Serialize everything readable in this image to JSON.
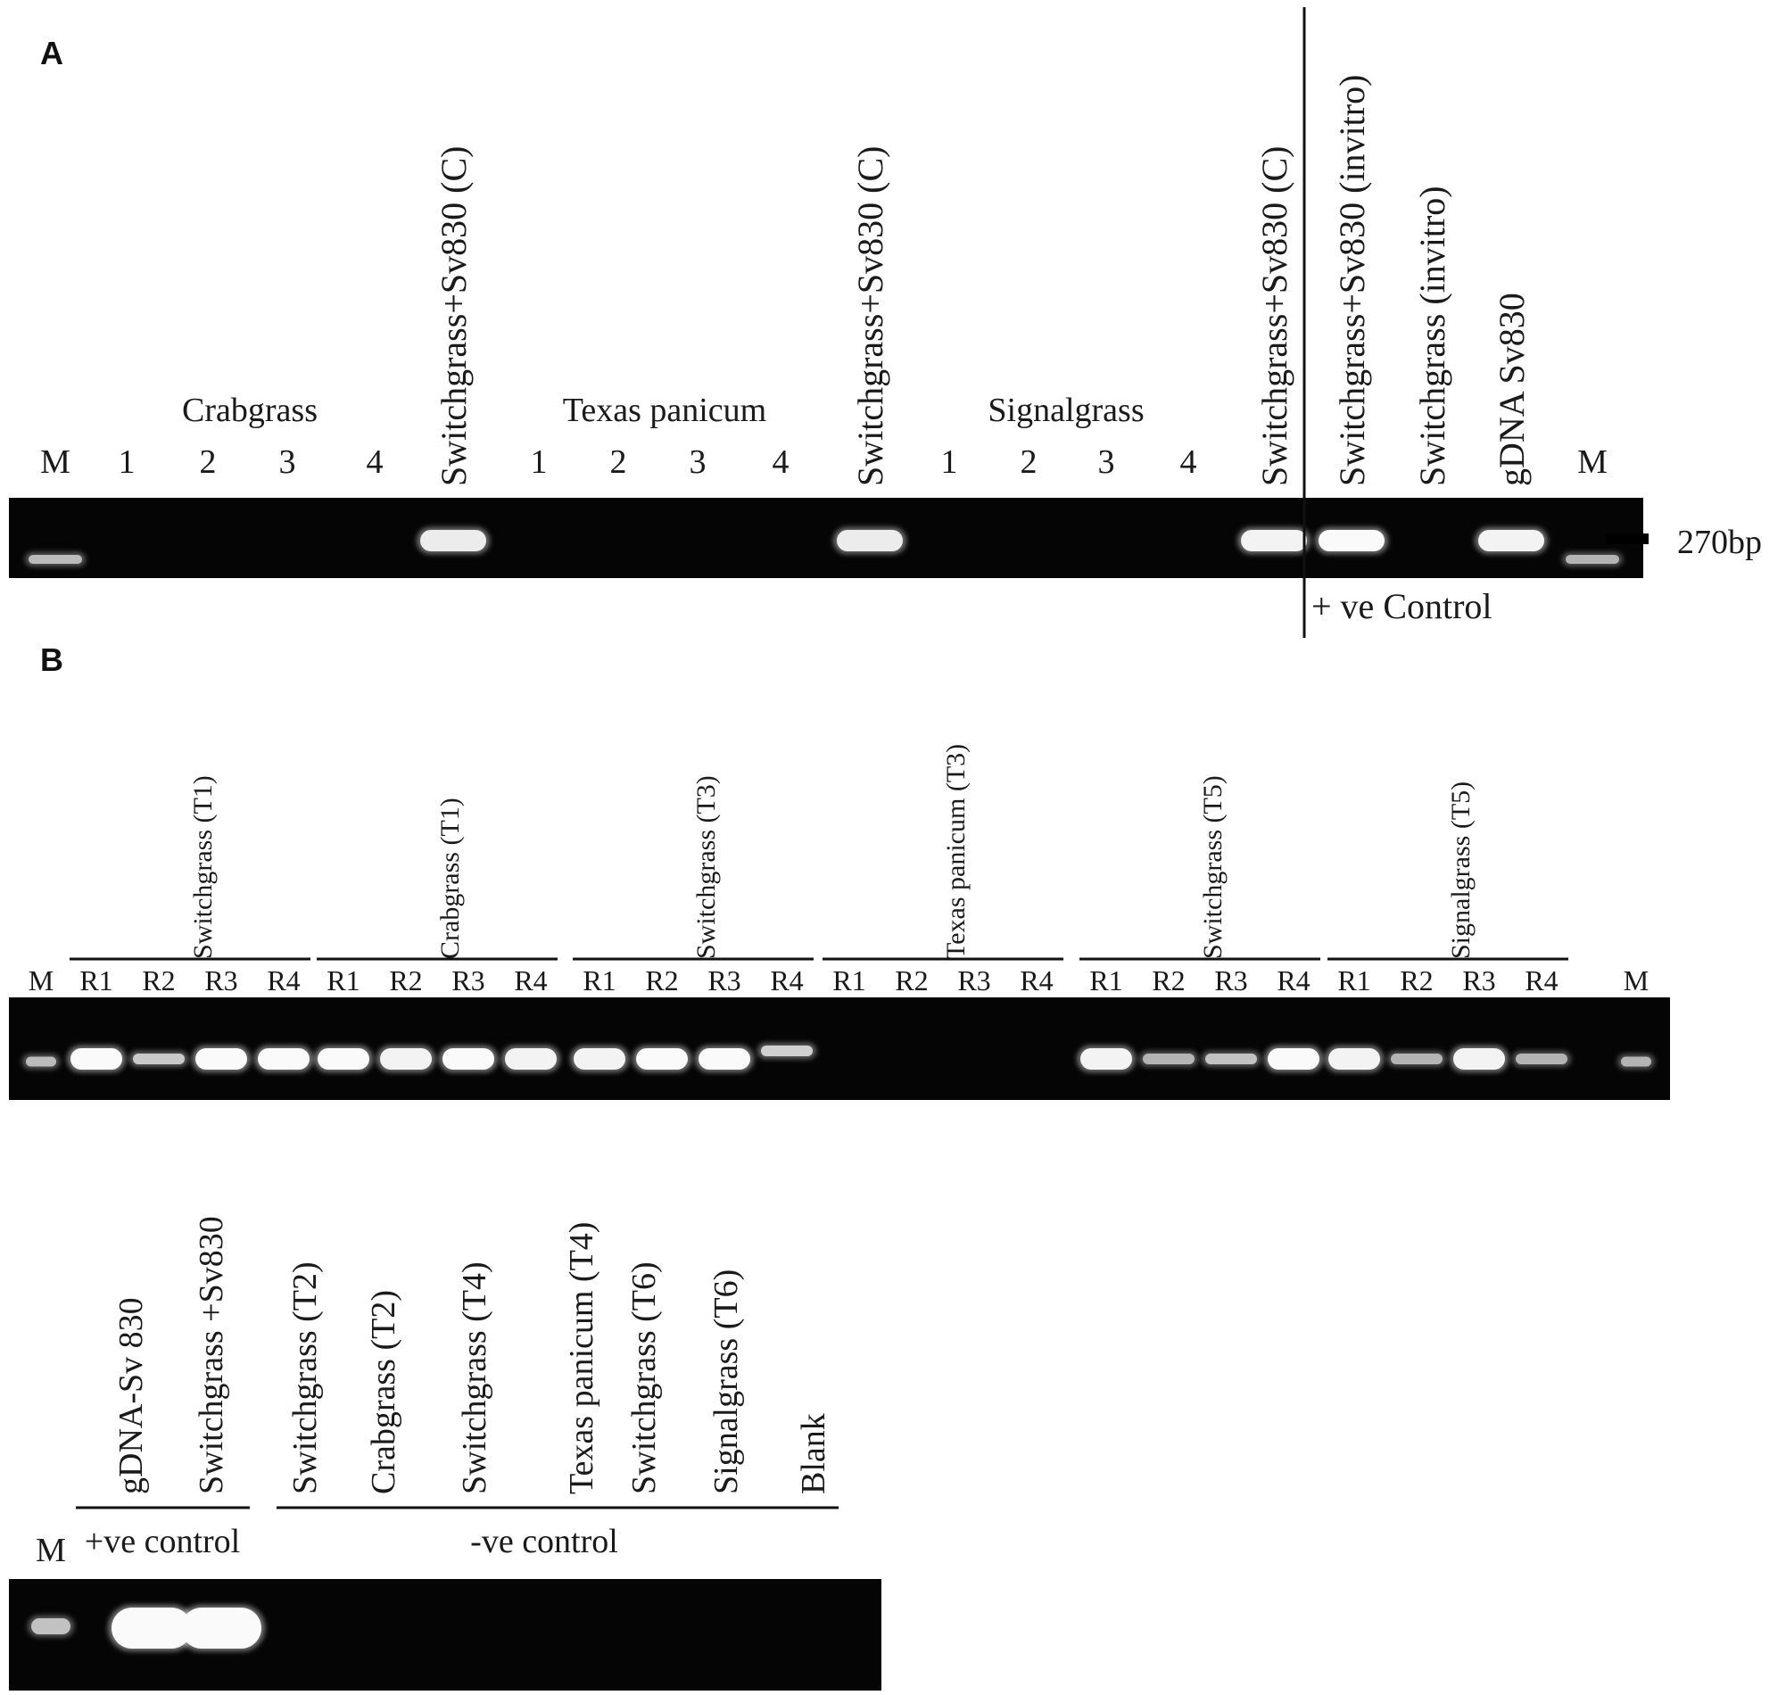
{
  "panel_a": {
    "letter": "A",
    "groups": [
      "Crabgrass",
      "Texas panicum",
      "Signalgrass"
    ],
    "lanes": [
      {
        "label": "M",
        "rotated": false,
        "band": 0.55
      },
      {
        "label": "1",
        "rotated": false,
        "band": 0
      },
      {
        "label": "2",
        "rotated": false,
        "band": 0
      },
      {
        "label": "3",
        "rotated": false,
        "band": 0
      },
      {
        "label": "4",
        "rotated": false,
        "band": 0
      },
      {
        "label": "Switchgrass+Sv830 (C)",
        "rotated": true,
        "band": 0.9
      },
      {
        "label": "1",
        "rotated": false,
        "band": 0
      },
      {
        "label": "2",
        "rotated": false,
        "band": 0
      },
      {
        "label": "3",
        "rotated": false,
        "band": 0
      },
      {
        "label": "4",
        "rotated": false,
        "band": 0
      },
      {
        "label": "Switchgrass+Sv830 (C)",
        "rotated": true,
        "band": 0.9
      },
      {
        "label": "1",
        "rotated": false,
        "band": 0
      },
      {
        "label": "2",
        "rotated": false,
        "band": 0
      },
      {
        "label": "3",
        "rotated": false,
        "band": 0
      },
      {
        "label": "4",
        "rotated": false,
        "band": 0
      },
      {
        "label": "Switchgrass+Sv830 (C)",
        "rotated": true,
        "band": 0.95
      },
      {
        "label": "Switchgrass+Sv830 (invitro)",
        "rotated": true,
        "band": 1.0
      },
      {
        "label": "Switchgrass (invitro)",
        "rotated": true,
        "band": 0
      },
      {
        "label": "gDNA Sv830",
        "rotated": true,
        "band": 0.95
      },
      {
        "label": "M",
        "rotated": false,
        "band": 0.5
      }
    ],
    "control_label": "+ ve Control",
    "size_marker": "270bp"
  },
  "panel_b": {
    "letter": "B",
    "groups": [
      "Switchgrass (T1)",
      "Crabgrass (T1)",
      "Switchgrass (T3)",
      "Texas panicum (T3)",
      "Switchgrass (T5)",
      "Signalgrass (T5)"
    ],
    "marker_label": "M",
    "rep_labels": [
      "R1",
      "R2",
      "R3",
      "R4"
    ],
    "marker_bands": [
      0.55,
      0.5
    ],
    "bands": [
      [
        1.0,
        0.65,
        1.0,
        1.0
      ],
      [
        1.0,
        0.95,
        1.0,
        0.95
      ],
      [
        0.95,
        1.0,
        1.0,
        0.7
      ],
      [
        0,
        0,
        0,
        0
      ],
      [
        0.95,
        0.5,
        0.6,
        1.0
      ],
      [
        0.95,
        0.5,
        0.95,
        0.5
      ]
    ]
  },
  "panel_c": {
    "marker_label": "M",
    "lanes": [
      {
        "label": "gDNA-Sv 830",
        "band": 1.0
      },
      {
        "label": "Switchgrass +Sv830",
        "band": 1.0
      },
      {
        "label": "Switchgrass (T2)",
        "band": 0
      },
      {
        "label": "Crabgrass (T2)",
        "band": 0
      },
      {
        "label": "Switchgrass (T4)",
        "band": 0
      },
      {
        "label": "Texas panicum (T4)",
        "band": 0
      },
      {
        "label": "Switchgrass (T6)",
        "band": 0
      },
      {
        "label": "Signalgrass (T6)",
        "band": 0
      },
      {
        "label": "Blank",
        "band": 0
      }
    ],
    "marker_band": 0.6,
    "pos_control_label": "+ve control",
    "neg_control_label": "-ve control"
  }
}
